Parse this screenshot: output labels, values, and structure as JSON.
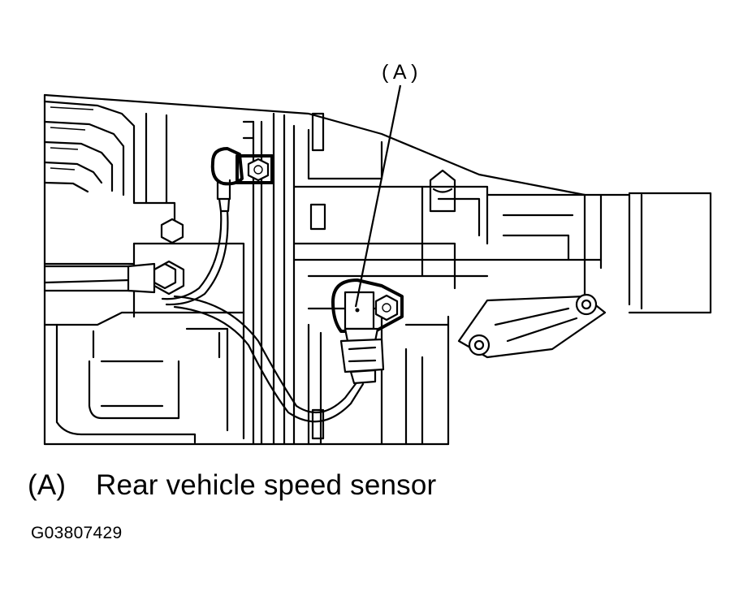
{
  "diagram": {
    "callout_label": "( A )",
    "caption_letter": "(A)",
    "caption_text": "Rear vehicle speed sensor",
    "figure_id": "G03807429"
  }
}
